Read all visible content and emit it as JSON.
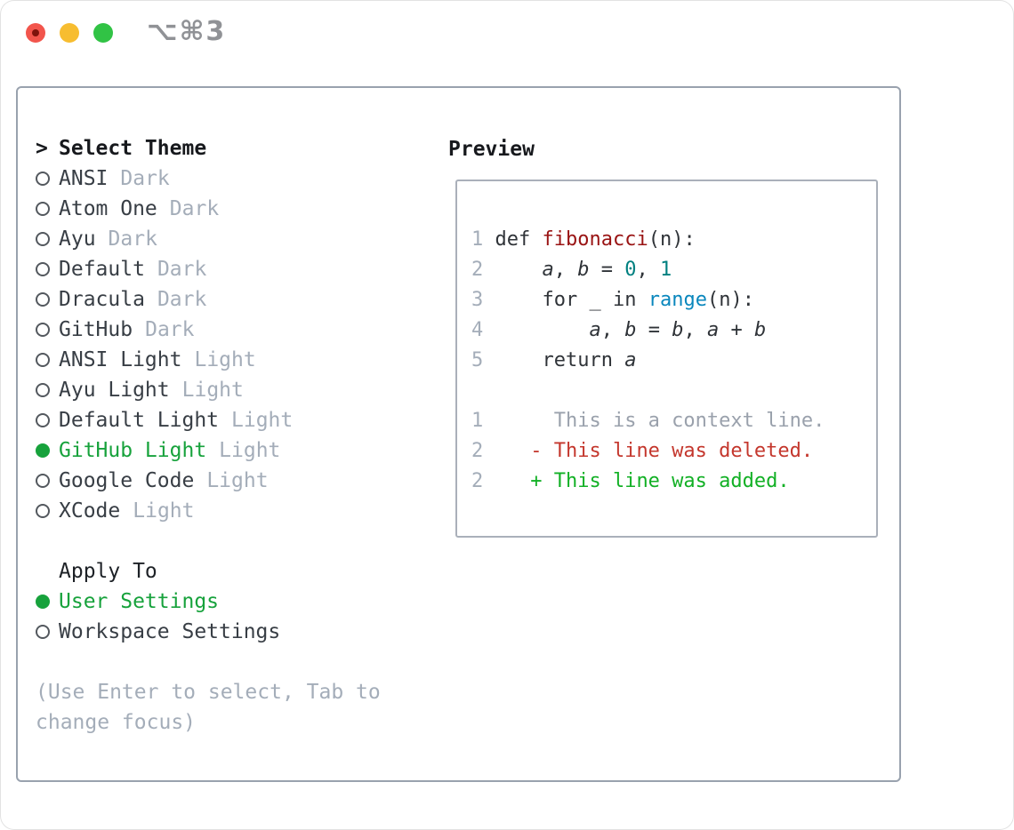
{
  "window": {
    "title": "⌥⌘3",
    "traffic_lights": [
      {
        "name": "close",
        "color": "#f2554c"
      },
      {
        "name": "minimize",
        "color": "#f7bd30"
      },
      {
        "name": "zoom",
        "color": "#31c345"
      }
    ]
  },
  "picker": {
    "prompt": ">",
    "title": "Select Theme",
    "items": [
      {
        "name": "ANSI",
        "variant": "Dark",
        "selected": false
      },
      {
        "name": "Atom One",
        "variant": "Dark",
        "selected": false
      },
      {
        "name": "Ayu",
        "variant": "Dark",
        "selected": false
      },
      {
        "name": "Default",
        "variant": "Dark",
        "selected": false
      },
      {
        "name": "Dracula",
        "variant": "Dark",
        "selected": false
      },
      {
        "name": "GitHub",
        "variant": "Dark",
        "selected": false
      },
      {
        "name": "ANSI Light",
        "variant": "Light",
        "selected": false
      },
      {
        "name": "Ayu Light",
        "variant": "Light",
        "selected": false
      },
      {
        "name": "Default Light",
        "variant": "Light",
        "selected": false
      },
      {
        "name": "GitHub Light",
        "variant": "Light",
        "selected": true
      },
      {
        "name": "Google Code",
        "variant": "Light",
        "selected": false
      },
      {
        "name": "XCode",
        "variant": "Light",
        "selected": false
      }
    ],
    "apply_to_label": "Apply To",
    "apply_options": [
      {
        "name": "User Settings",
        "selected": true
      },
      {
        "name": "Workspace Settings",
        "selected": false
      }
    ],
    "hint": "(Use Enter to select, Tab to change focus)"
  },
  "preview": {
    "label": "Preview",
    "lines": [
      {
        "tokens": [
          {
            "t": "1 ",
            "y": "linenum"
          },
          {
            "t": "def ",
            "y": "keyword"
          },
          {
            "t": "fibonacci",
            "y": "title"
          },
          {
            "t": "(n):",
            "y": "plain"
          }
        ]
      },
      {
        "tokens": [
          {
            "t": "2 ",
            "y": "linenum"
          },
          {
            "t": "    ",
            "y": "plain"
          },
          {
            "t": "a",
            "y": "variable"
          },
          {
            "t": ", ",
            "y": "plain"
          },
          {
            "t": "b",
            "y": "variable"
          },
          {
            "t": " = ",
            "y": "plain"
          },
          {
            "t": "0",
            "y": "number"
          },
          {
            "t": ", ",
            "y": "plain"
          },
          {
            "t": "1",
            "y": "number"
          }
        ]
      },
      {
        "tokens": [
          {
            "t": "3 ",
            "y": "linenum"
          },
          {
            "t": "    ",
            "y": "plain"
          },
          {
            "t": "for",
            "y": "keyword"
          },
          {
            "t": " _ ",
            "y": "plain"
          },
          {
            "t": "in",
            "y": "keyword"
          },
          {
            "t": " ",
            "y": "plain"
          },
          {
            "t": "range",
            "y": "builtin"
          },
          {
            "t": "(n):",
            "y": "plain"
          }
        ]
      },
      {
        "tokens": [
          {
            "t": "4 ",
            "y": "linenum"
          },
          {
            "t": "        ",
            "y": "plain"
          },
          {
            "t": "a",
            "y": "variable"
          },
          {
            "t": ", ",
            "y": "plain"
          },
          {
            "t": "b",
            "y": "variable"
          },
          {
            "t": " = ",
            "y": "plain"
          },
          {
            "t": "b",
            "y": "variable"
          },
          {
            "t": ", ",
            "y": "plain"
          },
          {
            "t": "a",
            "y": "variable"
          },
          {
            "t": " + ",
            "y": "plain"
          },
          {
            "t": "b",
            "y": "variable"
          }
        ]
      },
      {
        "tokens": [
          {
            "t": "5 ",
            "y": "linenum"
          },
          {
            "t": "    ",
            "y": "plain"
          },
          {
            "t": "return",
            "y": "keyword"
          },
          {
            "t": " ",
            "y": "plain"
          },
          {
            "t": "a",
            "y": "variable"
          }
        ]
      },
      {
        "tokens": []
      },
      {
        "tokens": [
          {
            "t": "1 ",
            "y": "linenum"
          },
          {
            "t": "     This is a context line.",
            "y": "context"
          }
        ]
      },
      {
        "tokens": [
          {
            "t": "2 ",
            "y": "linenum"
          },
          {
            "t": "   - This line was deleted.",
            "y": "deletion"
          }
        ]
      },
      {
        "tokens": [
          {
            "t": "2 ",
            "y": "linenum"
          },
          {
            "t": "   + This line was added.",
            "y": "addition"
          }
        ]
      }
    ]
  },
  "colors": {
    "accent_green": "#17a23c",
    "panel_border": "#99a2ae",
    "preview_border": "#aab0ba",
    "muted_gray": "#a4adb9",
    "item_text": "#383e45",
    "header_text": "#17191d",
    "titlebar_text": "#909296",
    "traffic_red": "#f2554c",
    "traffic_yellow": "#f7bd30",
    "traffic_green": "#31c345",
    "tokens": {
      "linenum": "#a4adb9",
      "keyword": "#2f3338",
      "plain": "#2f3338",
      "title": "#991313",
      "number": "#008080",
      "builtin": "#0a87bd",
      "variable": "#2f3338",
      "context": "#9aa1ac",
      "deletion": "#c4372d",
      "addition": "#12b025"
    }
  }
}
